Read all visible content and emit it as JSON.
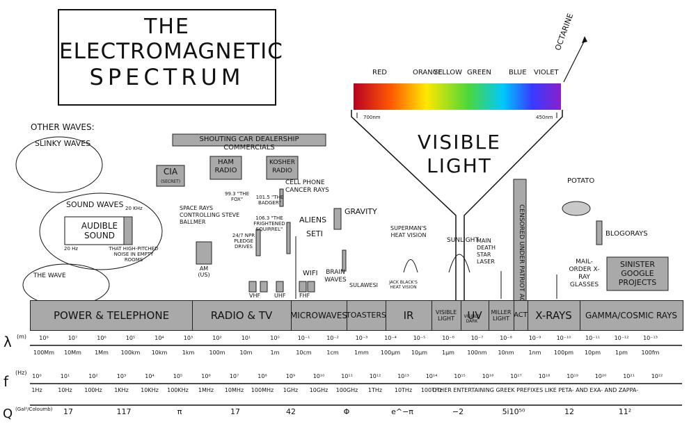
{
  "title": {
    "line1": "THE",
    "line2": "ELECTROMAGNETIC",
    "line3": "SPECTRUM"
  },
  "visible": {
    "colors": [
      "RED",
      "ORANGE",
      "YELLOW",
      "GREEN",
      "BLUE",
      "VIOLET"
    ],
    "octarine": "OCTARINE",
    "nm_left": "700nm",
    "nm_right": "450nm",
    "label": "VISIBLE LIGHT",
    "sunlight": "SUNLIGHT",
    "visible_dark": "VISIBLE DARK"
  },
  "other_waves": {
    "header": "OTHER WAVES:",
    "slinky": "SLINKY WAVES",
    "sound": "SOUND WAVES",
    "audible": "AUDIBLE SOUND",
    "khz": "20 KHz",
    "hz": "20 Hz",
    "noise": "THAT HIGH-PITCHED NOISE IN EMPTY ROOMS",
    "wave": "THE WAVE"
  },
  "annotations": {
    "shouting": "SHOUTING CAR DEALERSHIP COMMERCIALS",
    "cia": "CIA",
    "cia_sub": "(SECRET)",
    "ham": "HAM RADIO",
    "kosher": "KOSHER RADIO",
    "cellphone": "CELL PHONE CANCER RAYS",
    "space_rays": "SPACE RAYS CONTROLLING STEVE BALLMER",
    "fox": "99.3 \"THE FOX\"",
    "badger": "101.5 \"THE BADGER\"",
    "squirrel": "106.3 \"THE FRIGHTENED SQUIRREL\"",
    "npr": "24/7 NPR PLEDGE DRIVES",
    "am": "AM (US)",
    "vhf": "VHF",
    "uhf": "UHF",
    "fhf": "FHF",
    "aliens": "ALIENS",
    "seti": "SETI",
    "gravity": "GRAVITY",
    "wifi": "WIFI",
    "brain": "BRAIN WAVES",
    "sulawesi": "SULAWESI",
    "superman": "SUPERMAN'S HEAT VISION",
    "jackblack": "JACK BLACK'S HEAT VISION",
    "deathstar": "MAIN DEATH STAR LASER",
    "patriot": "CENSORED UNDER PATRIOT ACT",
    "potato": "POTATO",
    "blogorays": "BLOGORAYS",
    "mailorder": "MAIL-ORDER X-RAY GLASSES",
    "sinister": "SINISTER GOOGLE PROJECTS"
  },
  "bands": [
    {
      "label": "POWER & TELEPHONE"
    },
    {
      "label": "RADIO & TV"
    },
    {
      "label": "MICROWAVES"
    },
    {
      "label": "TOASTERS"
    },
    {
      "label": "IR"
    },
    {
      "label": "VISIBLE LIGHT"
    },
    {
      "label": "UV"
    },
    {
      "label": "MILLER LIGHT"
    },
    {
      "label": "ACT"
    },
    {
      "label": "X-RAYS"
    },
    {
      "label": "GAMMA/COSMIC RAYS"
    }
  ],
  "lambda": {
    "symbol": "λ",
    "unit": "(m)",
    "exponents": [
      "10⁸",
      "10⁷",
      "10⁶",
      "10⁵",
      "10⁴",
      "10³",
      "10²",
      "10¹",
      "10⁰",
      "10⁻¹",
      "10⁻²",
      "10⁻³",
      "10⁻⁴",
      "10⁻⁵",
      "10⁻⁶",
      "10⁻⁷",
      "10⁻⁸",
      "10⁻⁹",
      "10⁻¹⁰",
      "10⁻¹¹",
      "10⁻¹²",
      "10⁻¹³"
    ],
    "names": [
      "100Mm",
      "10Mm",
      "1Mm",
      "100km",
      "10km",
      "1km",
      "100m",
      "10m",
      "1m",
      "10cm",
      "1cm",
      "1mm",
      "100µm",
      "10µm",
      "1µm",
      "100nm",
      "10nm",
      "1nm",
      "100pm",
      "10pm",
      "1pm",
      "100fm"
    ]
  },
  "freq": {
    "symbol": "f",
    "unit": "(Hz)",
    "exponents": [
      "10⁰",
      "10¹",
      "10²",
      "10³",
      "10⁴",
      "10⁵",
      "10⁶",
      "10⁷",
      "10⁸",
      "10⁹",
      "10¹⁰",
      "10¹¹",
      "10¹²",
      "10¹³",
      "10¹⁴",
      "10¹⁵",
      "10¹⁶",
      "10¹⁷",
      "10¹⁸",
      "10¹⁹",
      "10²⁰",
      "10²¹",
      "10²²"
    ],
    "names": [
      "1Hz",
      "10Hz",
      "100Hz",
      "1KHz",
      "10KHz",
      "100KHz",
      "1MHz",
      "10MHz",
      "100MHz",
      "1GHz",
      "10GHz",
      "100GHz",
      "1THz",
      "10THz",
      "100THz"
    ],
    "greek_note": "OTHER ENTERTAINING GREEK PREFIXES LIKE PETA- AND EXA- AND ZAPPA-"
  },
  "q": {
    "symbol": "Q",
    "unit": "(Gal²/Coloumb)",
    "values": [
      "17",
      "117",
      "π",
      "17",
      "42",
      "Φ",
      "e^−π",
      "−2",
      "5i10⁵⁰",
      "12",
      "11²"
    ]
  }
}
